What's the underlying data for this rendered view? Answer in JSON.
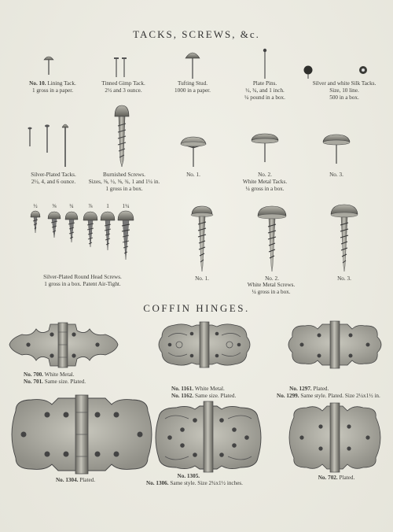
{
  "header": {
    "title": "TACKS, SCREWS, &c."
  },
  "tacks": {
    "t10": {
      "no": "No. 10.",
      "name": "Lining Tack.",
      "note": "1 gross in a paper."
    },
    "gimp": {
      "name": "Tinned Gimp Tack.",
      "note": "2½ and 3 ounce."
    },
    "stud": {
      "name": "Tufting Stud.",
      "note": "1000 in a paper."
    },
    "pins": {
      "name": "Plate Pins.",
      "sizes": "½, ¾, and 1 inch.",
      "note": "¼ pound in a box."
    },
    "silk": {
      "name": "Silver and white Silk Tacks.",
      "size": "Size, 10 line.",
      "note": "500 in a box."
    },
    "silver": {
      "name": "Silver-Plated Tacks.",
      "note": "2½, 4, and 6 ounce."
    },
    "burnished": {
      "name": "Burnished Screws.",
      "sizes": "Sizes, ⅜, ½, ⅝, ¾, 1 and 1¼ in.",
      "note": "1 gross in a box."
    },
    "wm1": "No. 1.",
    "wm2": "No. 2.",
    "wm3": "No. 3.",
    "wm_name": "White Metal Tacks.",
    "wm_note": "¼ gross in a box.",
    "round_head": {
      "name": "Silver-Plated Round Head Screws.",
      "note": "1 gross in a box.  Patent Air-Tight.",
      "sizes": [
        "½",
        "⅝",
        "¾",
        "⅞",
        "1",
        "1¼"
      ]
    },
    "ws1": "No. 1.",
    "ws2": "No. 2.",
    "ws3": "No. 3.",
    "ws_name": "White Metal Screws.",
    "ws_note": "¼ gross in a box."
  },
  "hinges": {
    "title": "COFFIN HINGES.",
    "h700": {
      "no1": "No. 700.",
      "t1": "White Metal.",
      "no2": "No. 701.",
      "t2": "Same size.   Plated."
    },
    "h1161": {
      "no1": "No. 1161.",
      "t1": "White Metal.",
      "no2": "No. 1162.",
      "t2": "Same size.   Plated."
    },
    "h1297": {
      "no1": "No. 1297.",
      "t1": "Plated.",
      "no2": "No. 1299.",
      "t2": "Same style.  Plated.  Size 2¼x1½ in."
    },
    "h1304": {
      "no1": "No. 1304.",
      "t1": "Plated."
    },
    "h1305": {
      "no1": "No. 1305.",
      "no2": "No. 1306.",
      "t2": "Same style.   Size 2¾x1½ inches."
    },
    "h702": {
      "no1": "No. 702.",
      "t1": "Plated."
    }
  }
}
